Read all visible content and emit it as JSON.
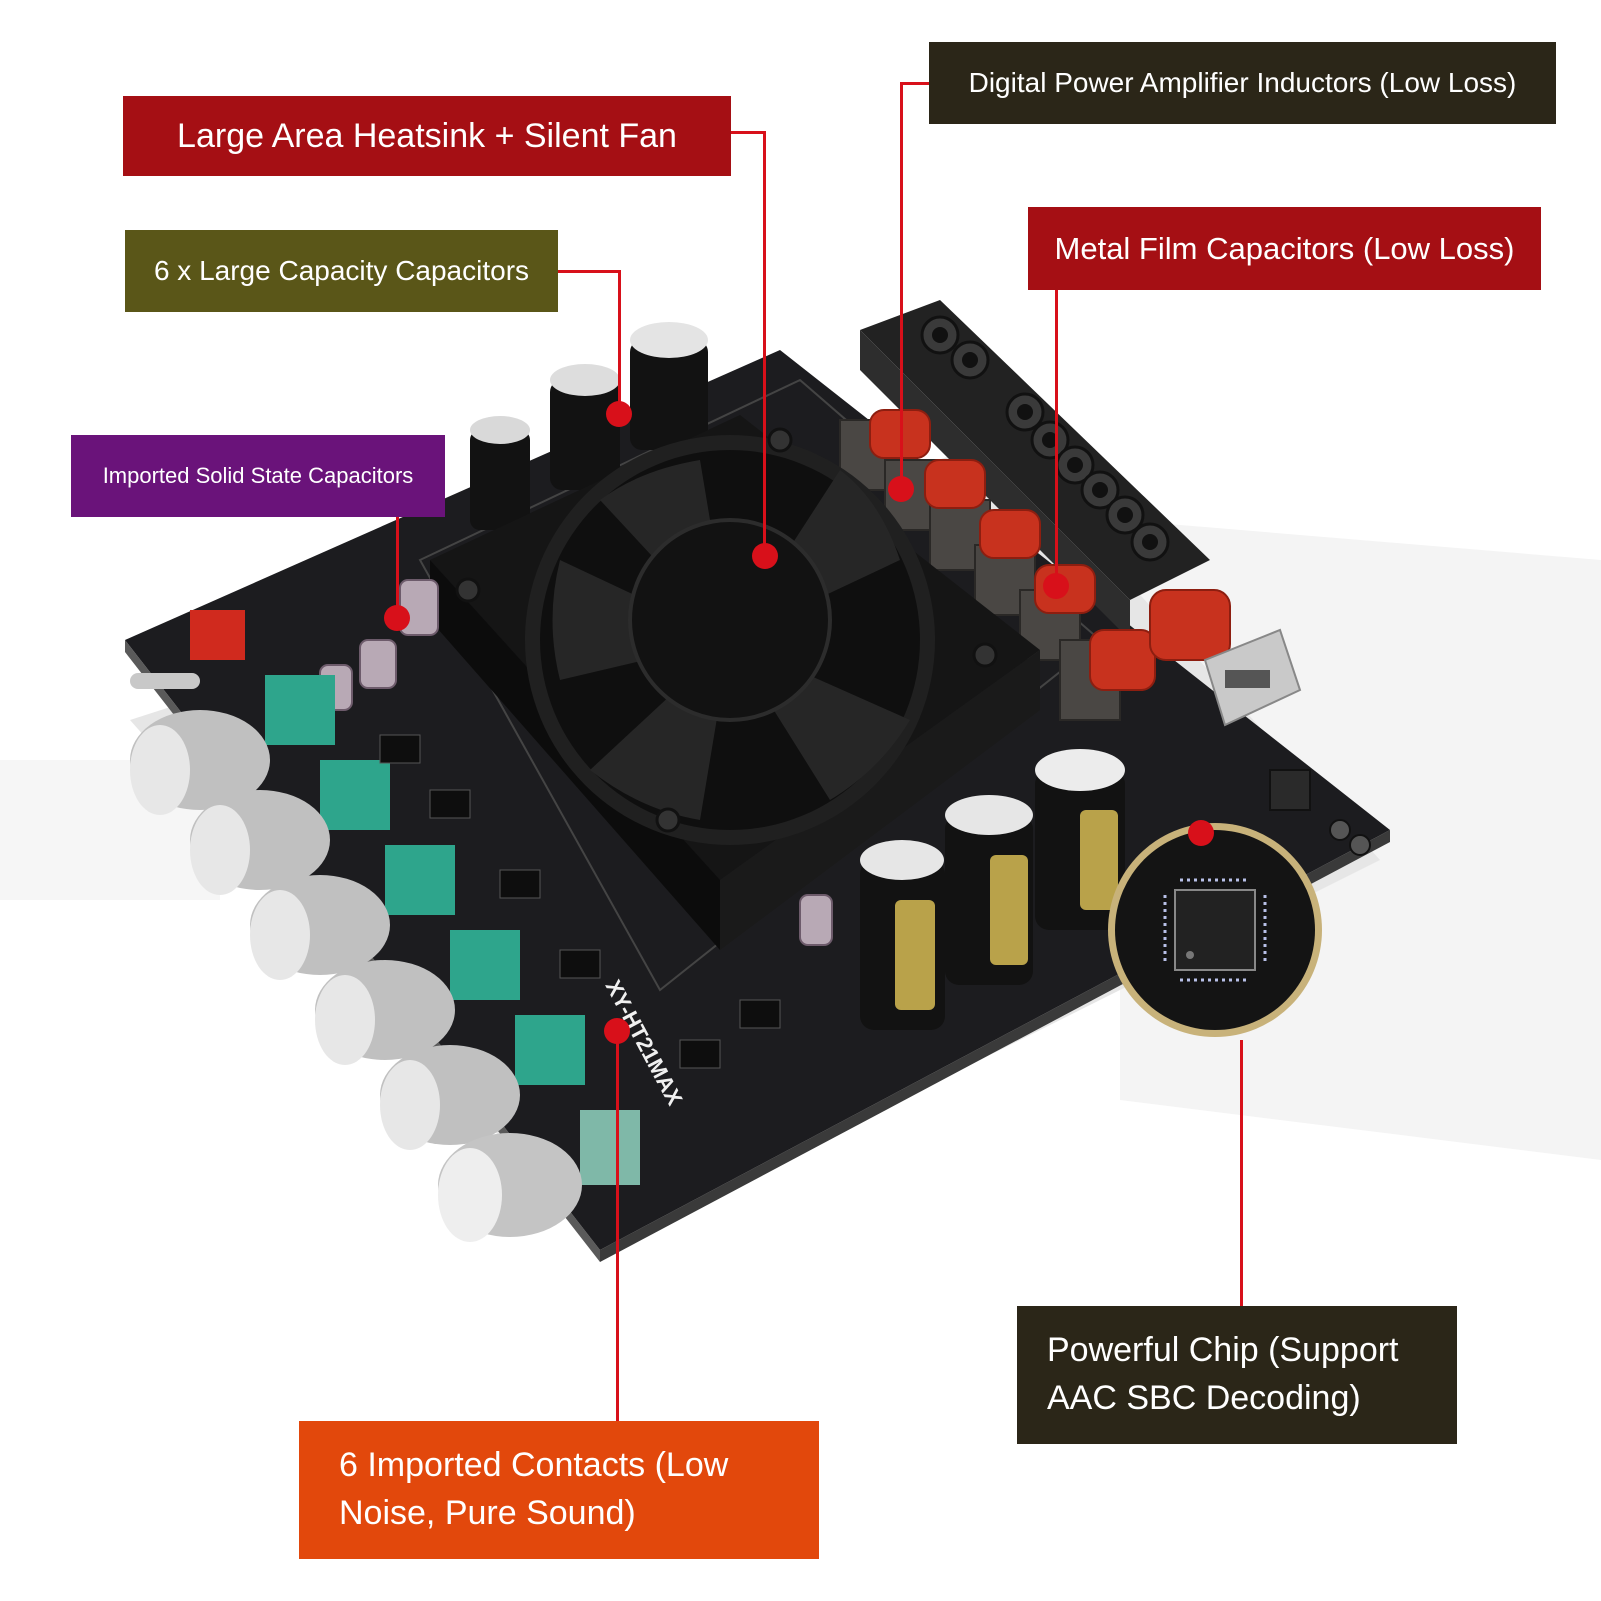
{
  "callouts": {
    "heatsink": "Large Area Heatsink + Silent Fan",
    "inductors": "Digital Power Amplifier Inductors (Low Loss)",
    "caps_large": "6 x Large Capacity Capacitors",
    "film_caps": "Metal Film Capacitors (Low Loss)",
    "solid_caps": "Imported Solid State Capacitors",
    "chip_line1": "Powerful Chip (Support",
    "chip_line2": "AAC SBC Decoding)",
    "contacts_line1": "6 Imported Contacts (Low",
    "contacts_line2": "Noise, Pure Sound)"
  },
  "board_marking": "XY-HT21MAX",
  "colors": {
    "red_label": "#a50f14",
    "olive_label": "#5a5618",
    "dark_label": "#2b2618",
    "purple_label": "#6a137a",
    "orange_label": "#e2480c",
    "leader_red": "#d8101a"
  }
}
